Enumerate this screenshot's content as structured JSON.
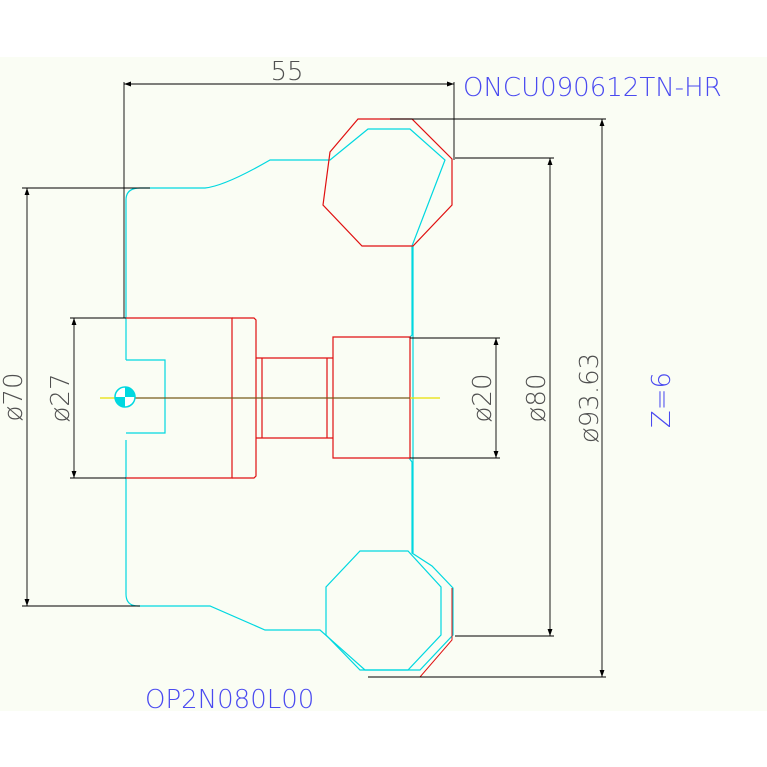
{
  "colors": {
    "background": "#fafdf4",
    "dimension_line": "#000000",
    "tool_outline": "#00d8e0",
    "insert_outline": "#e01010",
    "centerline": "#e8e000",
    "label_text": "#4a4af0",
    "dimension_text": "#505050"
  },
  "labels": {
    "insert_code": "ONCU090612TN-HR",
    "holder_code": "OP2N080L00",
    "tooth_count": "Z=6"
  },
  "dimensions": {
    "length": "55",
    "dia_70": "ø70",
    "dia_27": "ø27",
    "dia_20": "ø20",
    "dia_80": "ø80",
    "dia_93": "ø93.63"
  }
}
